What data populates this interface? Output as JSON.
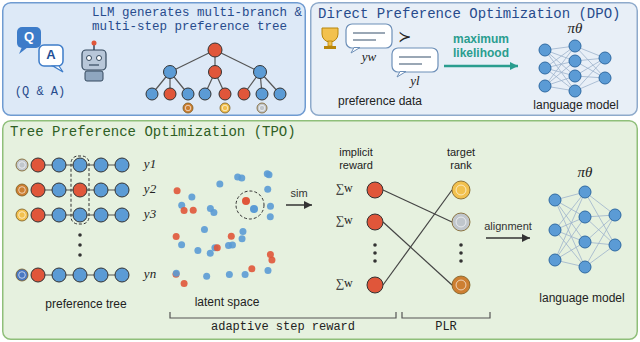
{
  "diagram": {
    "nodes": [
      {
        "text": [
          "LLM generates multi-branch & multi-step preference tree"
        ]
      },
      {
        "text": [
          "Direct Preference Optimization (DPO)"
        ]
      },
      {
        "text": [
          "Tree Preference Optimization (TPO)"
        ]
      },
      {
        "text": [
          "preference data"
        ],
        "in": 1
      },
      {
        "text": [
          "πθ",
          "language model"
        ],
        "in": 1
      },
      {
        "text": [
          "preference tree"
        ],
        "in": 2
      },
      {
        "text": [
          "latent space"
        ],
        "in": 2
      },
      {
        "text": [
          "implicit reward"
        ],
        "in": 2
      },
      {
        "text": [
          "target rank"
        ],
        "in": 2
      },
      {
        "text": [
          "πθ",
          "language model"
        ],
        "in": 2
      }
    ],
    "edges": [
      {
        "from": 3,
        "to": 4,
        "arrow": "to",
        "label": "maximum likelihood"
      },
      {
        "from": 6,
        "to": 7,
        "arrow": "to",
        "label": "sim"
      },
      {
        "from": 8,
        "to": 9,
        "arrow": "to",
        "label": "alignment"
      }
    ],
    "labels": [
      "Q",
      "A",
      "(Q & A)",
      "yw",
      "≻",
      "yl",
      "y1",
      "y2",
      "y3",
      "yn",
      "∑w",
      "∑w",
      "∑w",
      "adaptive step reward",
      "PLR"
    ]
  }
}
